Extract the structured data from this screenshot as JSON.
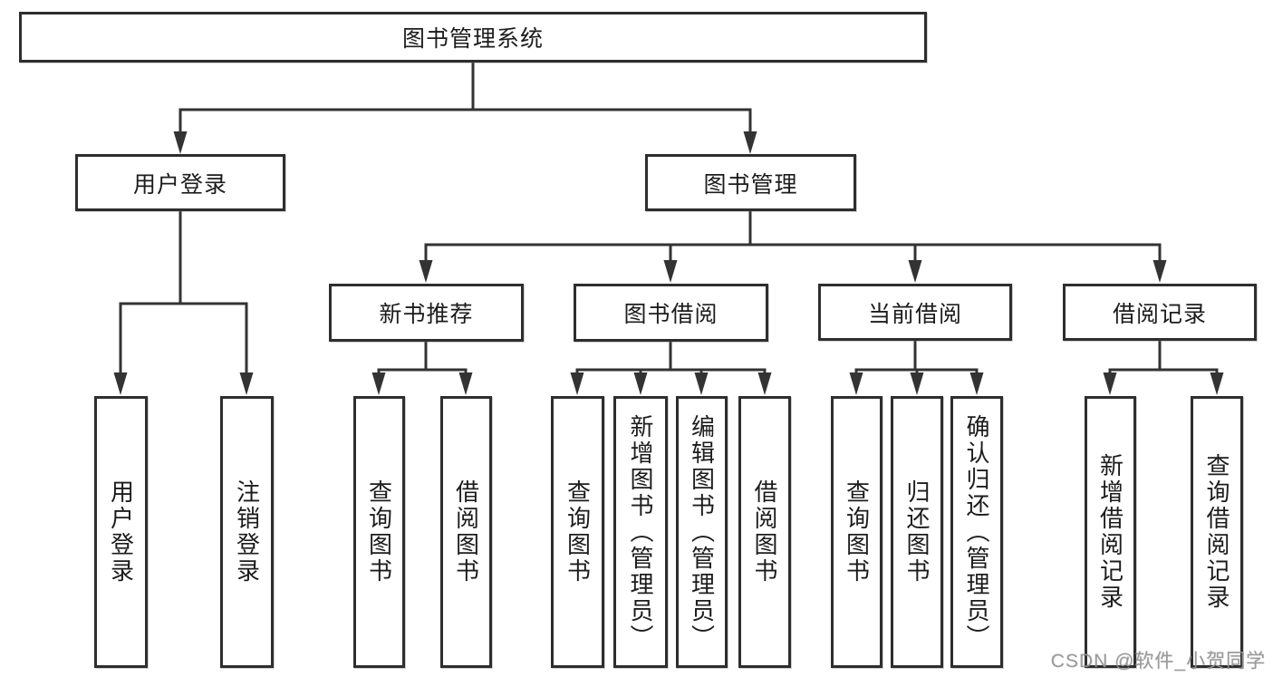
{
  "watermark": "CSDN @软件_小贺同学",
  "colors": {
    "line": "#333333",
    "border": "#2e2e2e",
    "text": "#1c1c1c",
    "background": "#ffffff",
    "watermark": "#969696"
  },
  "tree": {
    "label": "图书管理系统",
    "children": [
      {
        "label": "用户登录",
        "children": [
          {
            "label": "用户登录"
          },
          {
            "label": "注销登录"
          }
        ]
      },
      {
        "label": "图书管理",
        "children": [
          {
            "label": "新书推荐",
            "children": [
              {
                "label": "查询图书"
              },
              {
                "label": "借阅图书"
              }
            ]
          },
          {
            "label": "图书借阅",
            "children": [
              {
                "label": "查询图书"
              },
              {
                "label": "新增图书（管理员）"
              },
              {
                "label": "编辑图书（管理员）"
              },
              {
                "label": "借阅图书"
              }
            ]
          },
          {
            "label": "当前借阅",
            "children": [
              {
                "label": "查询图书"
              },
              {
                "label": "归还图书"
              },
              {
                "label": "确认归还（管理员）"
              }
            ]
          },
          {
            "label": "借阅记录",
            "children": [
              {
                "label": "新增借阅记录"
              },
              {
                "label": "查询借阅记录"
              }
            ]
          }
        ]
      }
    ]
  }
}
